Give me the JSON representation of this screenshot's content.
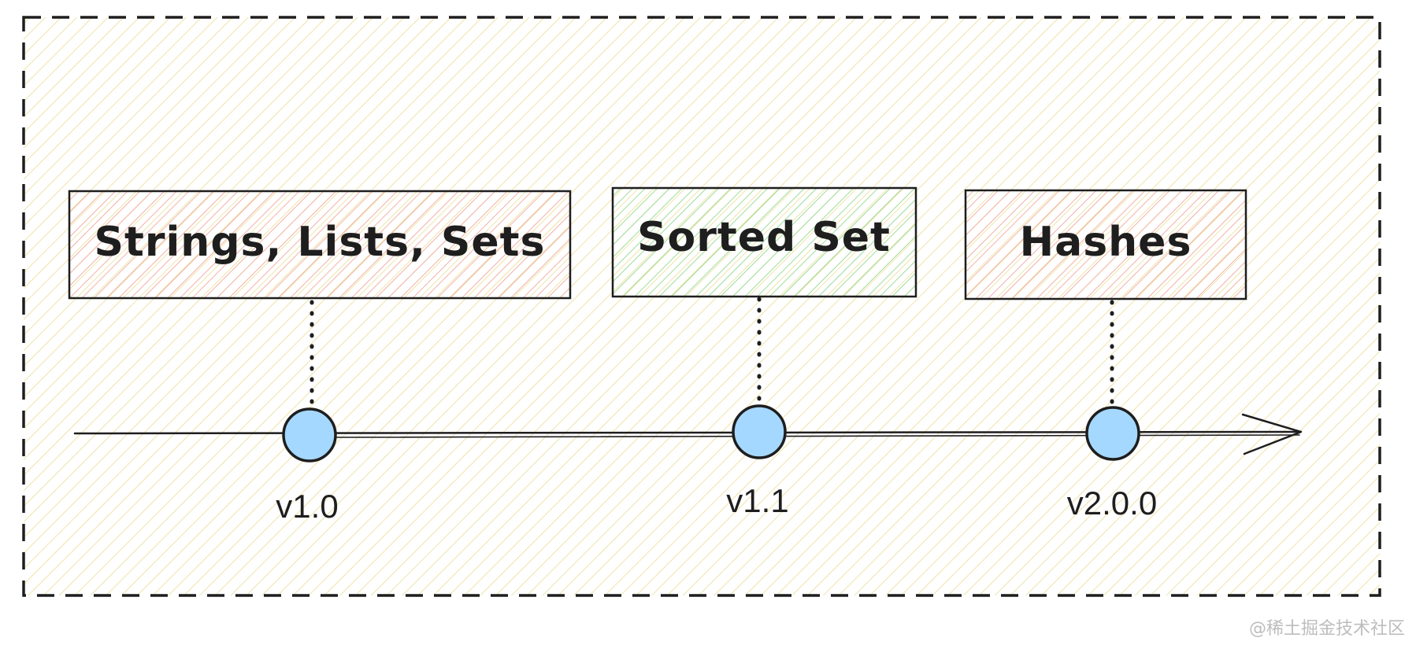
{
  "colors": {
    "background_hatch": "#efe4a6",
    "box_red_hatch": "#f2b2a8",
    "box_green_hatch": "#9fdc9a",
    "node_fill": "#a5d8ff",
    "stroke": "#1e1e1e"
  },
  "timeline": {
    "items": [
      {
        "label": "Strings, Lists, Sets",
        "version": "v1.0"
      },
      {
        "label": "Sorted Set",
        "version": "v1.1"
      },
      {
        "label": "Hashes",
        "version": "v2.0.0"
      }
    ]
  },
  "watermark": {
    "text": "@稀土掘金技术社区"
  }
}
